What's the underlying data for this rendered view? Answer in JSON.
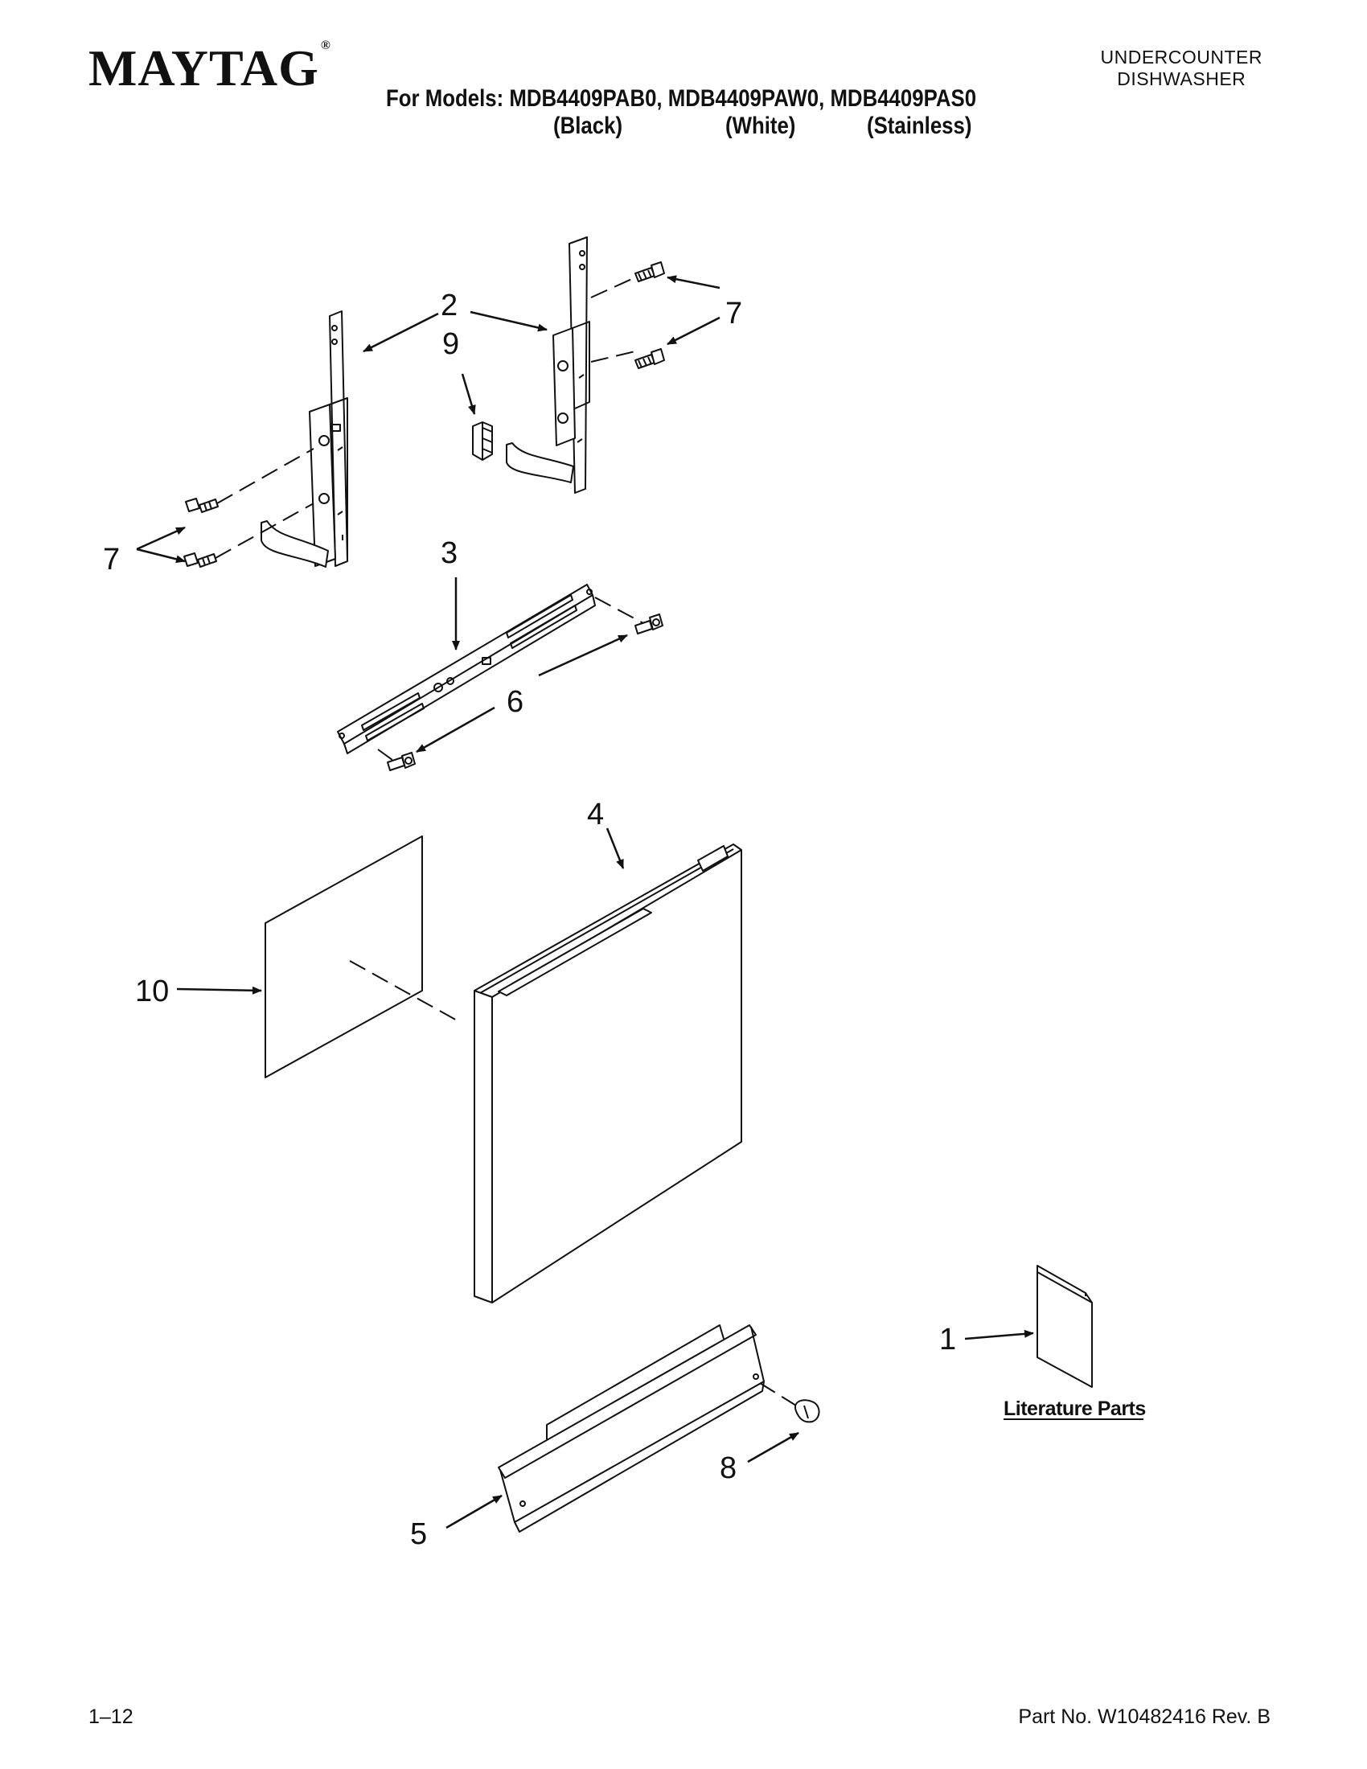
{
  "header": {
    "brand": "MAYTAG",
    "brand_mark": "®",
    "product_type_line1": "UNDERCOUNTER",
    "product_type_line2": "DISHWASHER",
    "models_line": "For Models: MDB4409PAB0, MDB4409PAW0, MDB4409PAS0",
    "variants": [
      "(Black)",
      "(White)",
      "(Stainless)"
    ]
  },
  "diagram": {
    "callouts": {
      "c1": "1",
      "c2": "2",
      "c3": "3",
      "c4": "4",
      "c5": "5",
      "c6": "6",
      "c7_right": "7",
      "c7_left": "7",
      "c8": "8",
      "c9": "9",
      "c10": "10"
    },
    "literature_label": "Literature Parts"
  },
  "footer": {
    "page_number": "1–12",
    "part_number": "Part No. W10482416 Rev. B"
  }
}
